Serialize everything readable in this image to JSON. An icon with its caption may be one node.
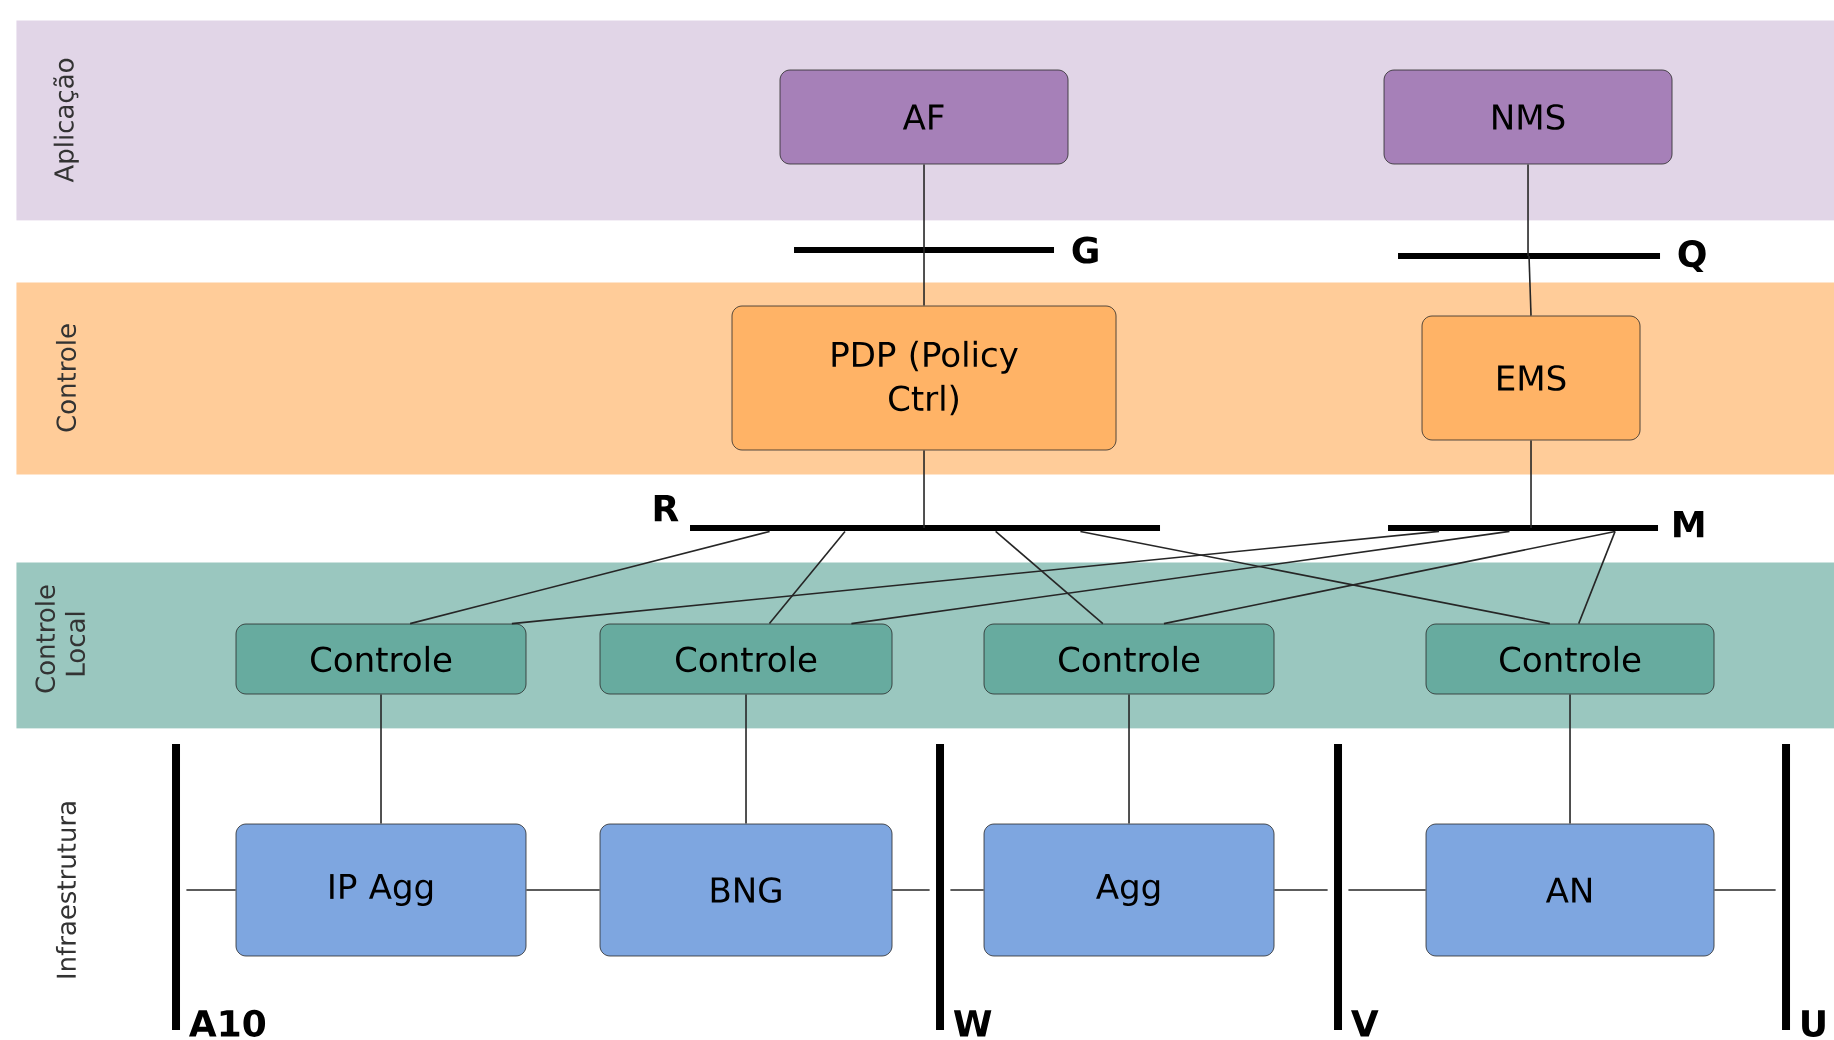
{
  "diagram": {
    "nodes": [
      {
        "text": [
          "Aplicação"
        ]
      },
      {
        "text": [
          "AF"
        ],
        "in": 0
      },
      {
        "text": [
          "NMS"
        ],
        "in": 0
      },
      {
        "text": [
          "Controle"
        ]
      },
      {
        "text": [
          "PDP (Policy Ctrl)"
        ],
        "in": 3
      },
      {
        "text": [
          "EMS"
        ],
        "in": 3
      },
      {
        "text": [
          "Controle Local"
        ]
      },
      {
        "text": [
          "Controle"
        ],
        "in": 6
      },
      {
        "text": [
          "Controle"
        ],
        "in": 6
      },
      {
        "text": [
          "Controle"
        ],
        "in": 6
      },
      {
        "text": [
          "Controle"
        ],
        "in": 6
      },
      {
        "text": [
          "IP Agg"
        ]
      },
      {
        "text": [
          "BNG"
        ]
      },
      {
        "text": [
          "Agg"
        ]
      },
      {
        "text": [
          "AN"
        ]
      },
      {
        "text": [
          "G"
        ]
      },
      {
        "text": [
          "Q"
        ]
      },
      {
        "text": [
          "R"
        ]
      },
      {
        "text": [
          "M"
        ]
      },
      {
        "text": [
          "A10"
        ]
      },
      {
        "text": [
          "W"
        ]
      },
      {
        "text": [
          "V"
        ]
      },
      {
        "text": [
          "U"
        ]
      }
    ],
    "edges": [
      {
        "from": 1,
        "to": 15,
        "arrow": "none"
      },
      {
        "from": 15,
        "to": 4,
        "arrow": "none"
      },
      {
        "from": 2,
        "to": 16,
        "arrow": "none"
      },
      {
        "from": 16,
        "to": 5,
        "arrow": "none"
      },
      {
        "from": 4,
        "to": 17,
        "arrow": "none"
      },
      {
        "from": 5,
        "to": 18,
        "arrow": "none"
      },
      {
        "from": 17,
        "to": 7,
        "arrow": "none"
      },
      {
        "from": 17,
        "to": 8,
        "arrow": "none"
      },
      {
        "from": 17,
        "to": 9,
        "arrow": "none"
      },
      {
        "from": 17,
        "to": 10,
        "arrow": "none"
      },
      {
        "from": 18,
        "to": 7,
        "arrow": "none"
      },
      {
        "from": 18,
        "to": 8,
        "arrow": "none"
      },
      {
        "from": 18,
        "to": 9,
        "arrow": "none"
      },
      {
        "from": 18,
        "to": 10,
        "arrow": "none"
      },
      {
        "from": 7,
        "to": 11,
        "arrow": "none"
      },
      {
        "from": 8,
        "to": 12,
        "arrow": "none"
      },
      {
        "from": 9,
        "to": 13,
        "arrow": "none"
      },
      {
        "from": 10,
        "to": 14,
        "arrow": "none"
      },
      {
        "from": 19,
        "to": 11,
        "arrow": "none"
      },
      {
        "from": 11,
        "to": 12,
        "arrow": "none"
      },
      {
        "from": 12,
        "to": 20,
        "arrow": "none"
      },
      {
        "from": 20,
        "to": 13,
        "arrow": "none"
      },
      {
        "from": 13,
        "to": 21,
        "arrow": "none"
      },
      {
        "from": 21,
        "to": 14,
        "arrow": "none"
      },
      {
        "from": 14,
        "to": 22,
        "arrow": "none"
      }
    ],
    "labels": [
      "Infraestrutura"
    ]
  }
}
